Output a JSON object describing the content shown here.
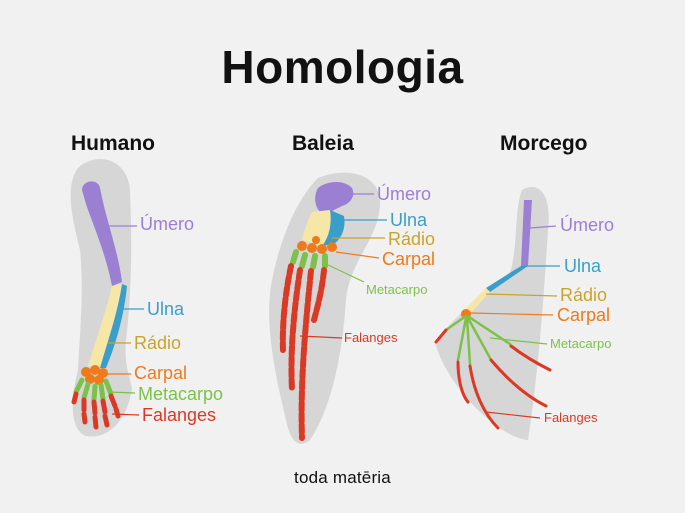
{
  "title": "Homologia",
  "footer": "toda matēria",
  "colors": {
    "umero": "#9b7fd3",
    "ulna": "#3a9ecb",
    "radio": "#c9a42b",
    "carpal": "#ee7a1c",
    "metacarpo": "#7cc24a",
    "falanges": "#d93a26",
    "silhouette": "#d6d6d6",
    "bone_pale": "#f6e7a6"
  },
  "columns": [
    {
      "name": "Humano",
      "labels": {
        "umero": "Úmero",
        "ulna": "Ulna",
        "radio": "Rádio",
        "carpal": "Carpal",
        "metacarpo": "Metacarpo",
        "falanges": "Falanges"
      }
    },
    {
      "name": "Baleia",
      "labels": {
        "umero": "Úmero",
        "ulna": "Ulna",
        "radio": "Rádio",
        "carpal": "Carpal",
        "metacarpo": "Metacarpo",
        "falanges": "Falanges"
      }
    },
    {
      "name": "Morcego",
      "labels": {
        "umero": "Úmero",
        "ulna": "Ulna",
        "radio": "Rádio",
        "carpal": "Carpal",
        "metacarpo": "Metacarpo",
        "falanges": "Falanges"
      }
    }
  ]
}
